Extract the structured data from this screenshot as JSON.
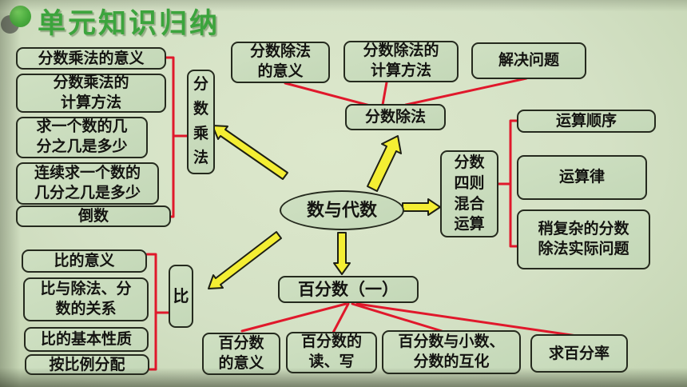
{
  "title": {
    "text": "单元知识归纳",
    "bullet_icon": "green-sphere"
  },
  "colors": {
    "background": "#d4e1c5",
    "box_fill": "#c9dcbb",
    "box_border": "#252a1e",
    "title_green": "#3ca43d",
    "connector_red": "#e0182b",
    "arrow_yellow": "#f4ee33",
    "arrow_outline": "#1d1f14",
    "text": "#141411"
  },
  "center_node": {
    "label": "数与代数"
  },
  "nodes": {
    "mul_meaning": {
      "label": "分数乘法的意义"
    },
    "mul_method": {
      "label": "分数乘法的\n计算方法"
    },
    "mul_part": {
      "label": "求一个数的几\n分之几是多少"
    },
    "mul_successive": {
      "label": "连续求一个数的\n几分之几是多少"
    },
    "reciprocal": {
      "label": "倒数"
    },
    "mul_hub": {
      "label": "分\n数\n乘\n法"
    },
    "div_meaning": {
      "label": "分数除法\n的意义"
    },
    "div_method": {
      "label": "分数除法的\n计算方法"
    },
    "solve_problem": {
      "label": "解决问题"
    },
    "div_hub": {
      "label": "分数除法"
    },
    "op_order": {
      "label": "运算顺序"
    },
    "mixed_hub": {
      "label": "分数\n四则\n混合\n运算"
    },
    "op_laws": {
      "label": "运算律"
    },
    "complex_problem": {
      "label": "稍复杂的分数\n除法实际问题"
    },
    "ratio_meaning": {
      "label": "比的意义"
    },
    "ratio_relation": {
      "label": "比与除法、分\n数的关系"
    },
    "ratio_property": {
      "label": "比的基本性质"
    },
    "ratio_distribution": {
      "label": "按比例分配"
    },
    "ratio_hub": {
      "label": "比"
    },
    "percent_hub": {
      "label": "百分数（一）"
    },
    "percent_meaning": {
      "label": "百分数\n的意义"
    },
    "percent_read_write": {
      "label": "百分数的\n读、写"
    },
    "percent_convert": {
      "label": "百分数与小数、\n分数的互化"
    },
    "percent_rate": {
      "label": "求百分率"
    }
  },
  "edges": [
    {
      "from": "数与代数",
      "to": "分数乘法",
      "style": "yellow-arrow"
    },
    {
      "from": "数与代数",
      "to": "分数除法",
      "style": "yellow-arrow"
    },
    {
      "from": "数与代数",
      "to": "分数四则混合运算",
      "style": "yellow-arrow"
    },
    {
      "from": "数与代数",
      "to": "百分数（一）",
      "style": "yellow-arrow"
    },
    {
      "from": "数与代数",
      "to": "比",
      "style": "yellow-arrow"
    },
    {
      "from": "分数乘法",
      "to": [
        "分数乘法的意义",
        "分数乘法的计算方法",
        "求一个数的几分之几是多少",
        "连续求一个数的几分之几是多少",
        "倒数"
      ],
      "style": "red-bracket"
    },
    {
      "from": "分数除法",
      "to": [
        "分数除法的意义",
        "分数除法的计算方法",
        "解决问题"
      ],
      "style": "red-line"
    },
    {
      "from": "分数四则混合运算",
      "to": [
        "运算顺序",
        "运算律",
        "稍复杂的分数除法实际问题"
      ],
      "style": "red-bracket"
    },
    {
      "from": "比",
      "to": [
        "比的意义",
        "比与除法、分数的关系",
        "比的基本性质",
        "按比例分配"
      ],
      "style": "red-bracket"
    },
    {
      "from": "百分数（一）",
      "to": [
        "百分数的意义",
        "百分数的读、写",
        "百分数与小数、分数的互化",
        "求百分率"
      ],
      "style": "red-line"
    }
  ]
}
